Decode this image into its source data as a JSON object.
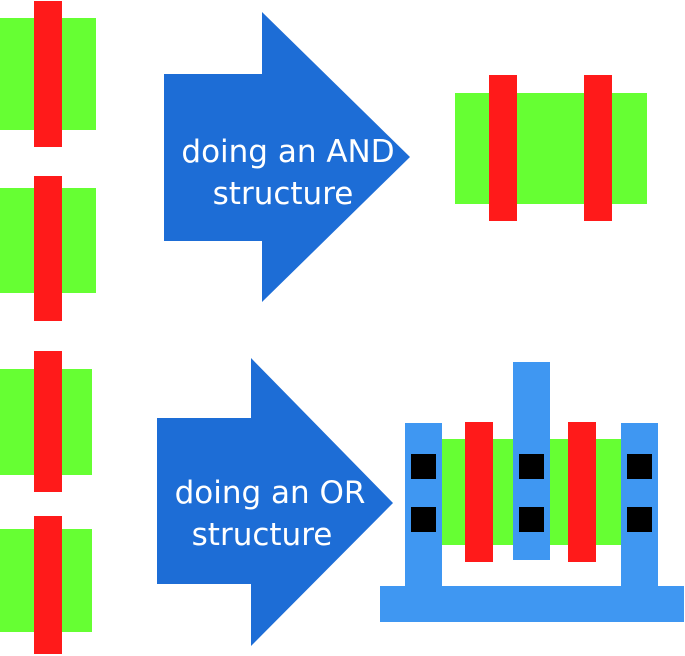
{
  "colors": {
    "diffusion": "#66ff33",
    "gate": "#ff1a1a",
    "metal": "#3f97f2",
    "contact": "#000000",
    "arrow": "#1d6dd6",
    "arrow_text": "#ffffff"
  },
  "and_arrow": {
    "line1": "doing an AND",
    "line2": "structure"
  },
  "or_arrow": {
    "line1": "doing an OR",
    "line2": "structure"
  }
}
